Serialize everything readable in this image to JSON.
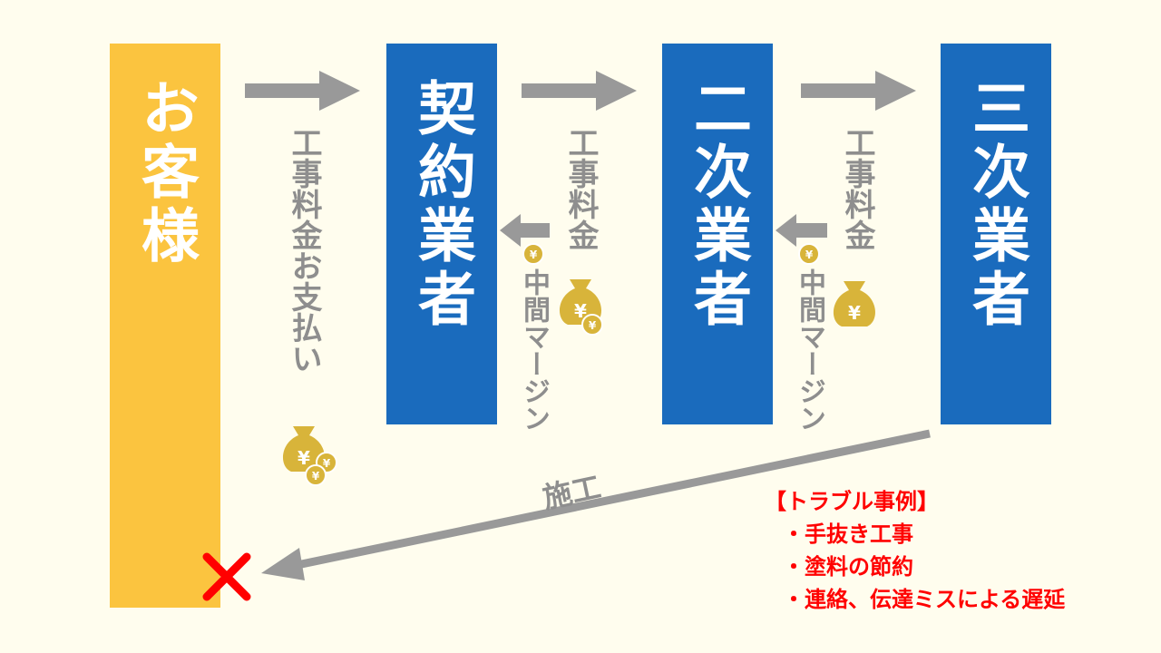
{
  "parties": {
    "customer": "お客様",
    "contractor": "契約業者",
    "second": "二次業者",
    "third": "三次業者"
  },
  "flows": {
    "payment": "工事料金お支払い",
    "fee1": "工事料金",
    "fee2": "工事料金",
    "margin1": "中間マージン",
    "margin2": "中間マージン",
    "construction": "施工"
  },
  "trouble": {
    "title": "【トラブル事例】",
    "items": [
      "・手抜き工事",
      "・塗料の節約",
      "・連絡、伝達ミスによる遅延"
    ]
  },
  "colors": {
    "customer": "#fbc43f",
    "contractor": "#1a6bbd",
    "arrow": "#999999",
    "money": "#d8b43a",
    "alert": "#ff0000"
  },
  "icons": [
    "money-bag-icon",
    "coin-icon",
    "cross-icon"
  ]
}
